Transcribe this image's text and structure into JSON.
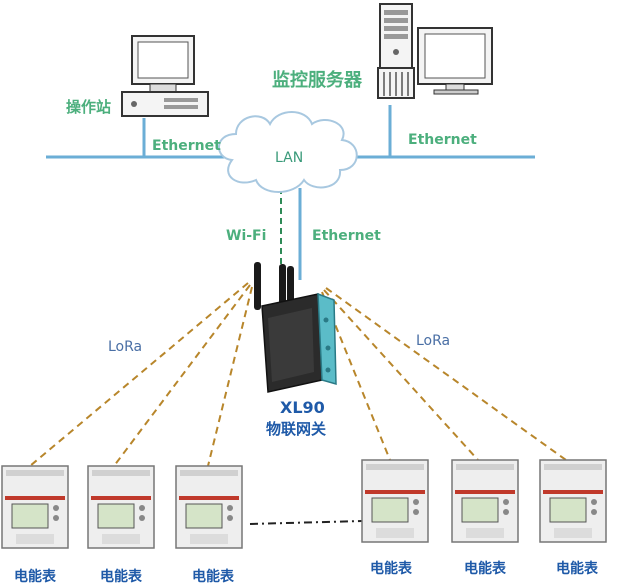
{
  "labels": {
    "workstation": "操作站",
    "monitor_server": "监控服务器",
    "ethernet_left": "Ethernet",
    "ethernet_right": "Ethernet",
    "ethernet_gateway": "Ethernet",
    "lan": "LAN",
    "wifi": "Wi-Fi",
    "lora_left": "LoRa",
    "lora_right": "LoRa",
    "gateway_model": "XL90",
    "gateway_name": "物联网关"
  },
  "meters": [
    "电能表",
    "电能表",
    "电能表",
    "电能表",
    "电能表",
    "电能表"
  ],
  "colors": {
    "network_line": "#6baed6",
    "wifi_dash": "#2e8b57",
    "lora_dash": "#b8862b",
    "meter_link": "#222222",
    "label_green": "#4caf7d",
    "label_blue": "#1f5aa8"
  },
  "icons": [
    "workstation-pc-icon",
    "server-tower-icon",
    "monitor-icon",
    "cloud-icon",
    "gateway-device-icon",
    "energy-meter-icon"
  ]
}
